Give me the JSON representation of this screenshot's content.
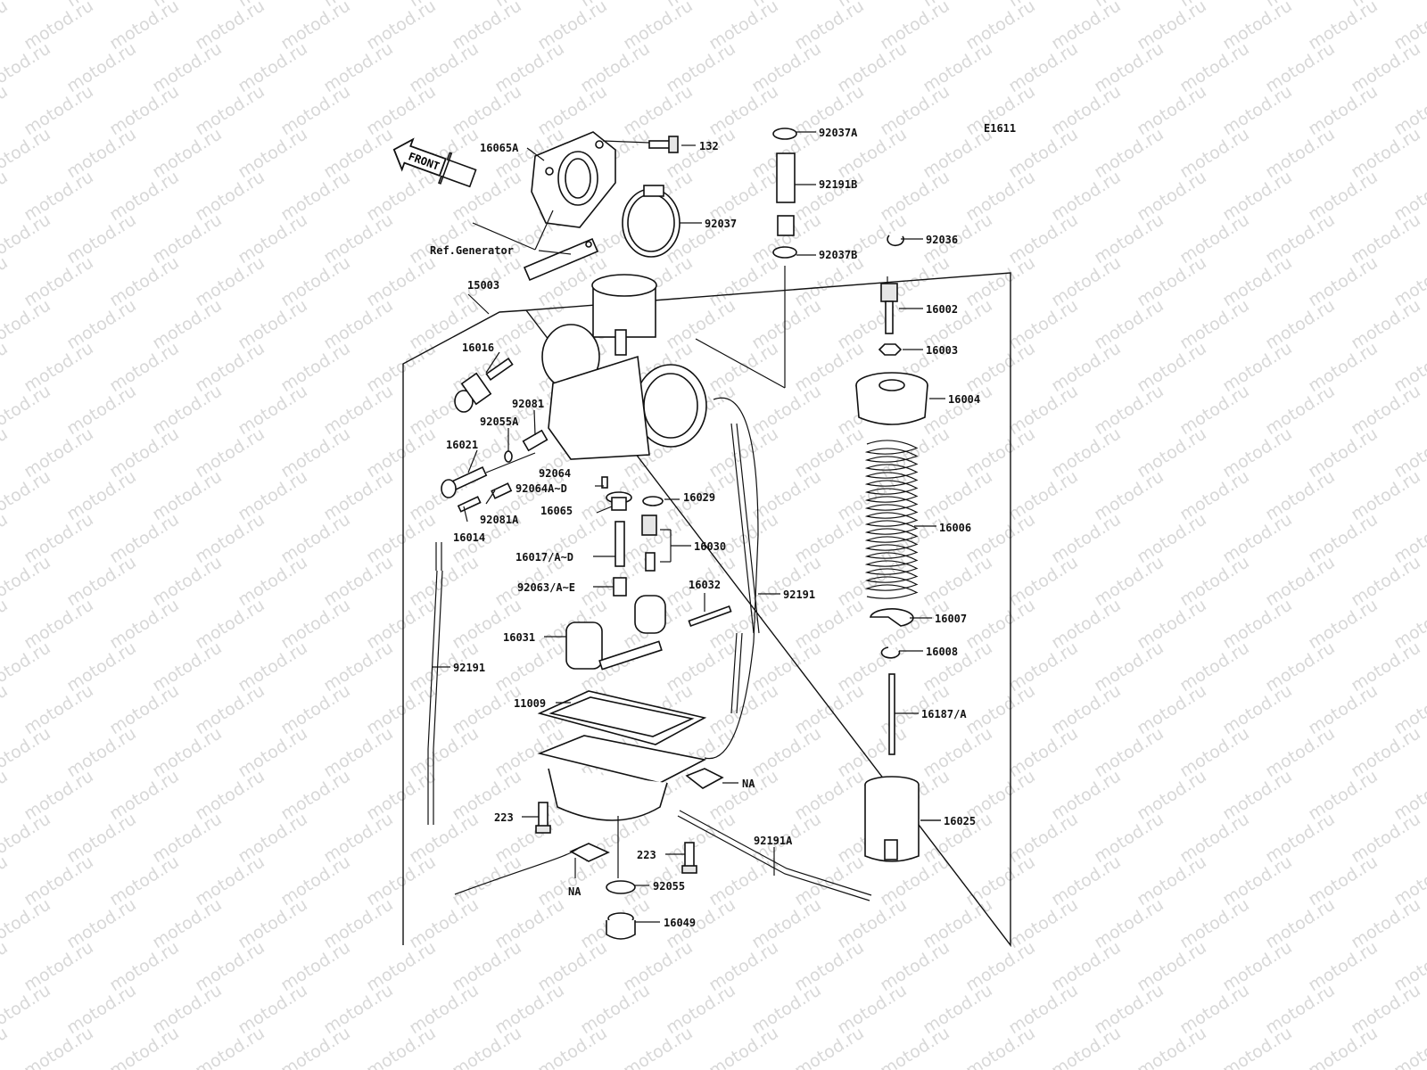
{
  "diagram": {
    "code": "E1611",
    "front_arrow": "FRONT",
    "watermark": "motod.ru",
    "callouts": {
      "p16065A": "16065A",
      "p132": "132",
      "p92037A": "92037A",
      "p92191B": "92191B",
      "p92037": "92037",
      "p92037B": "92037B",
      "p92036": "92036",
      "pRefGen": "Ref.Generator",
      "p15003": "15003",
      "p16002": "16002",
      "p16003": "16003",
      "p16016": "16016",
      "p16004": "16004",
      "p92081": "92081",
      "p92055A": "92055A",
      "p16021": "16021",
      "p92064": "92064",
      "p92064AD": "92064A~D",
      "p16029": "16029",
      "p16065": "16065",
      "p92081A": "92081A",
      "p16006": "16006",
      "p16014": "16014",
      "p16017AD": "16017/A~D",
      "p16030": "16030",
      "p92063AE": "92063/A~E",
      "p16032": "16032",
      "p92191r": "92191",
      "p16007": "16007",
      "p16031": "16031",
      "p16008": "16008",
      "p92191l": "92191",
      "p11009": "11009",
      "p16187A": "16187/A",
      "pNA1": "NA",
      "p223a": "223",
      "p16025": "16025",
      "p92191A": "92191A",
      "p223b": "223",
      "pNA2": "NA",
      "p92055": "92055",
      "p16049": "16049"
    }
  }
}
